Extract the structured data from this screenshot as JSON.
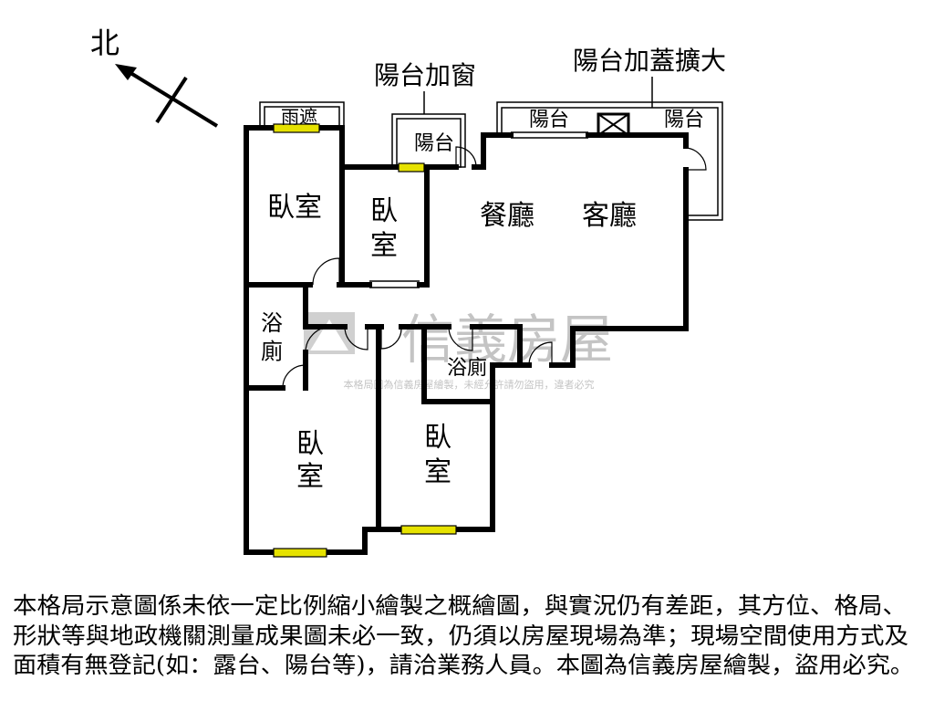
{
  "compass": {
    "north_label": "北"
  },
  "annotations": {
    "balcony_window": "陽台加窗",
    "balcony_extension": "陽台加蓋擴大"
  },
  "areas": {
    "rain_shelter": "雨遮",
    "balcony_left": "陽台",
    "balcony_mid": "陽台",
    "balcony_right": "陽台",
    "bedroom_top_left": "臥室",
    "bedroom_small": [
      "臥",
      "室"
    ],
    "dining": "餐廳",
    "living": "客廳",
    "bath_left": [
      "浴",
      "廁"
    ],
    "bath_mid": "浴廁",
    "bedroom_bottom_left": [
      "臥",
      "室"
    ],
    "bedroom_bottom_mid": [
      "臥",
      "室"
    ]
  },
  "watermark": {
    "brand": "信義房屋",
    "notice": "本格局圖為信義房屋繪製，未經允許請勿盜用，違者必究"
  },
  "disclaimer": {
    "lines": [
      "本格局示意圖係未依一定比例縮小繪製之概繪圖，與實況仍有差距，其方位、格局、",
      "形狀等與地政機關測量成果圖未必一致，仍須以房屋現場為準；現場空間使用方式及",
      "面積有無登記(如：露台、陽台等)，請洽業務人員。本圖為信義房屋繪製，盜用必究。"
    ]
  },
  "colors": {
    "wall": "#000000",
    "window": "#e6e200",
    "watermark": "#c4c4c4"
  }
}
